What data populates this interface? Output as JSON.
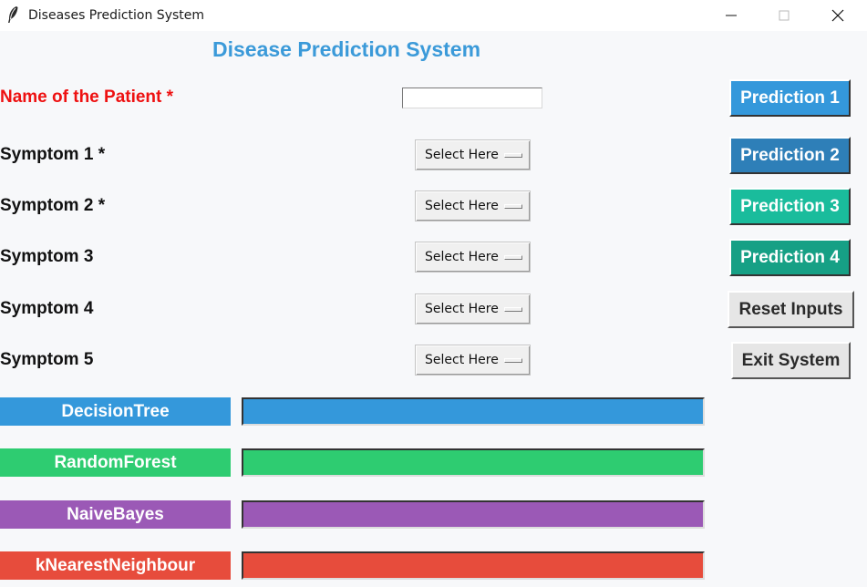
{
  "window": {
    "title": "Diseases Prediction System",
    "icon": "feather-icon",
    "controls": [
      "minimize-icon",
      "maximize-icon",
      "close-icon"
    ]
  },
  "heading": "Disease Prediction System",
  "patient": {
    "label": "Name of the Patient *",
    "value": "",
    "label_color": "#ee1111"
  },
  "symptoms": [
    {
      "label": "Symptom 1 *",
      "selected": "Select Here"
    },
    {
      "label": "Symptom 2 *",
      "selected": "Select Here"
    },
    {
      "label": "Symptom 3",
      "selected": "Select Here"
    },
    {
      "label": "Symptom 4",
      "selected": "Select Here"
    },
    {
      "label": "Symptom 5",
      "selected": "Select Here"
    }
  ],
  "buttons": [
    {
      "label": "Prediction 1",
      "color": "#3498db"
    },
    {
      "label": "Prediction 2",
      "color": "#2e7fb8"
    },
    {
      "label": "Prediction 3",
      "color": "#1abc9c"
    },
    {
      "label": "Prediction 4",
      "color": "#16a085"
    },
    {
      "label": "Reset Inputs",
      "color": "#e6e6e6"
    },
    {
      "label": "Exit System",
      "color": "#e6e6e6"
    }
  ],
  "algorithms": [
    {
      "label": "DecisionTree",
      "color": "#3498db",
      "result": ""
    },
    {
      "label": "RandomForest",
      "color": "#2ecc71",
      "result": ""
    },
    {
      "label": "NaiveBayes",
      "color": "#9b59b6",
      "result": ""
    },
    {
      "label": "kNearestNeighbour",
      "color": "#e74c3c",
      "result": ""
    }
  ],
  "colors": {
    "heading": "#3b9ad9",
    "background": "#f7f8fa"
  }
}
